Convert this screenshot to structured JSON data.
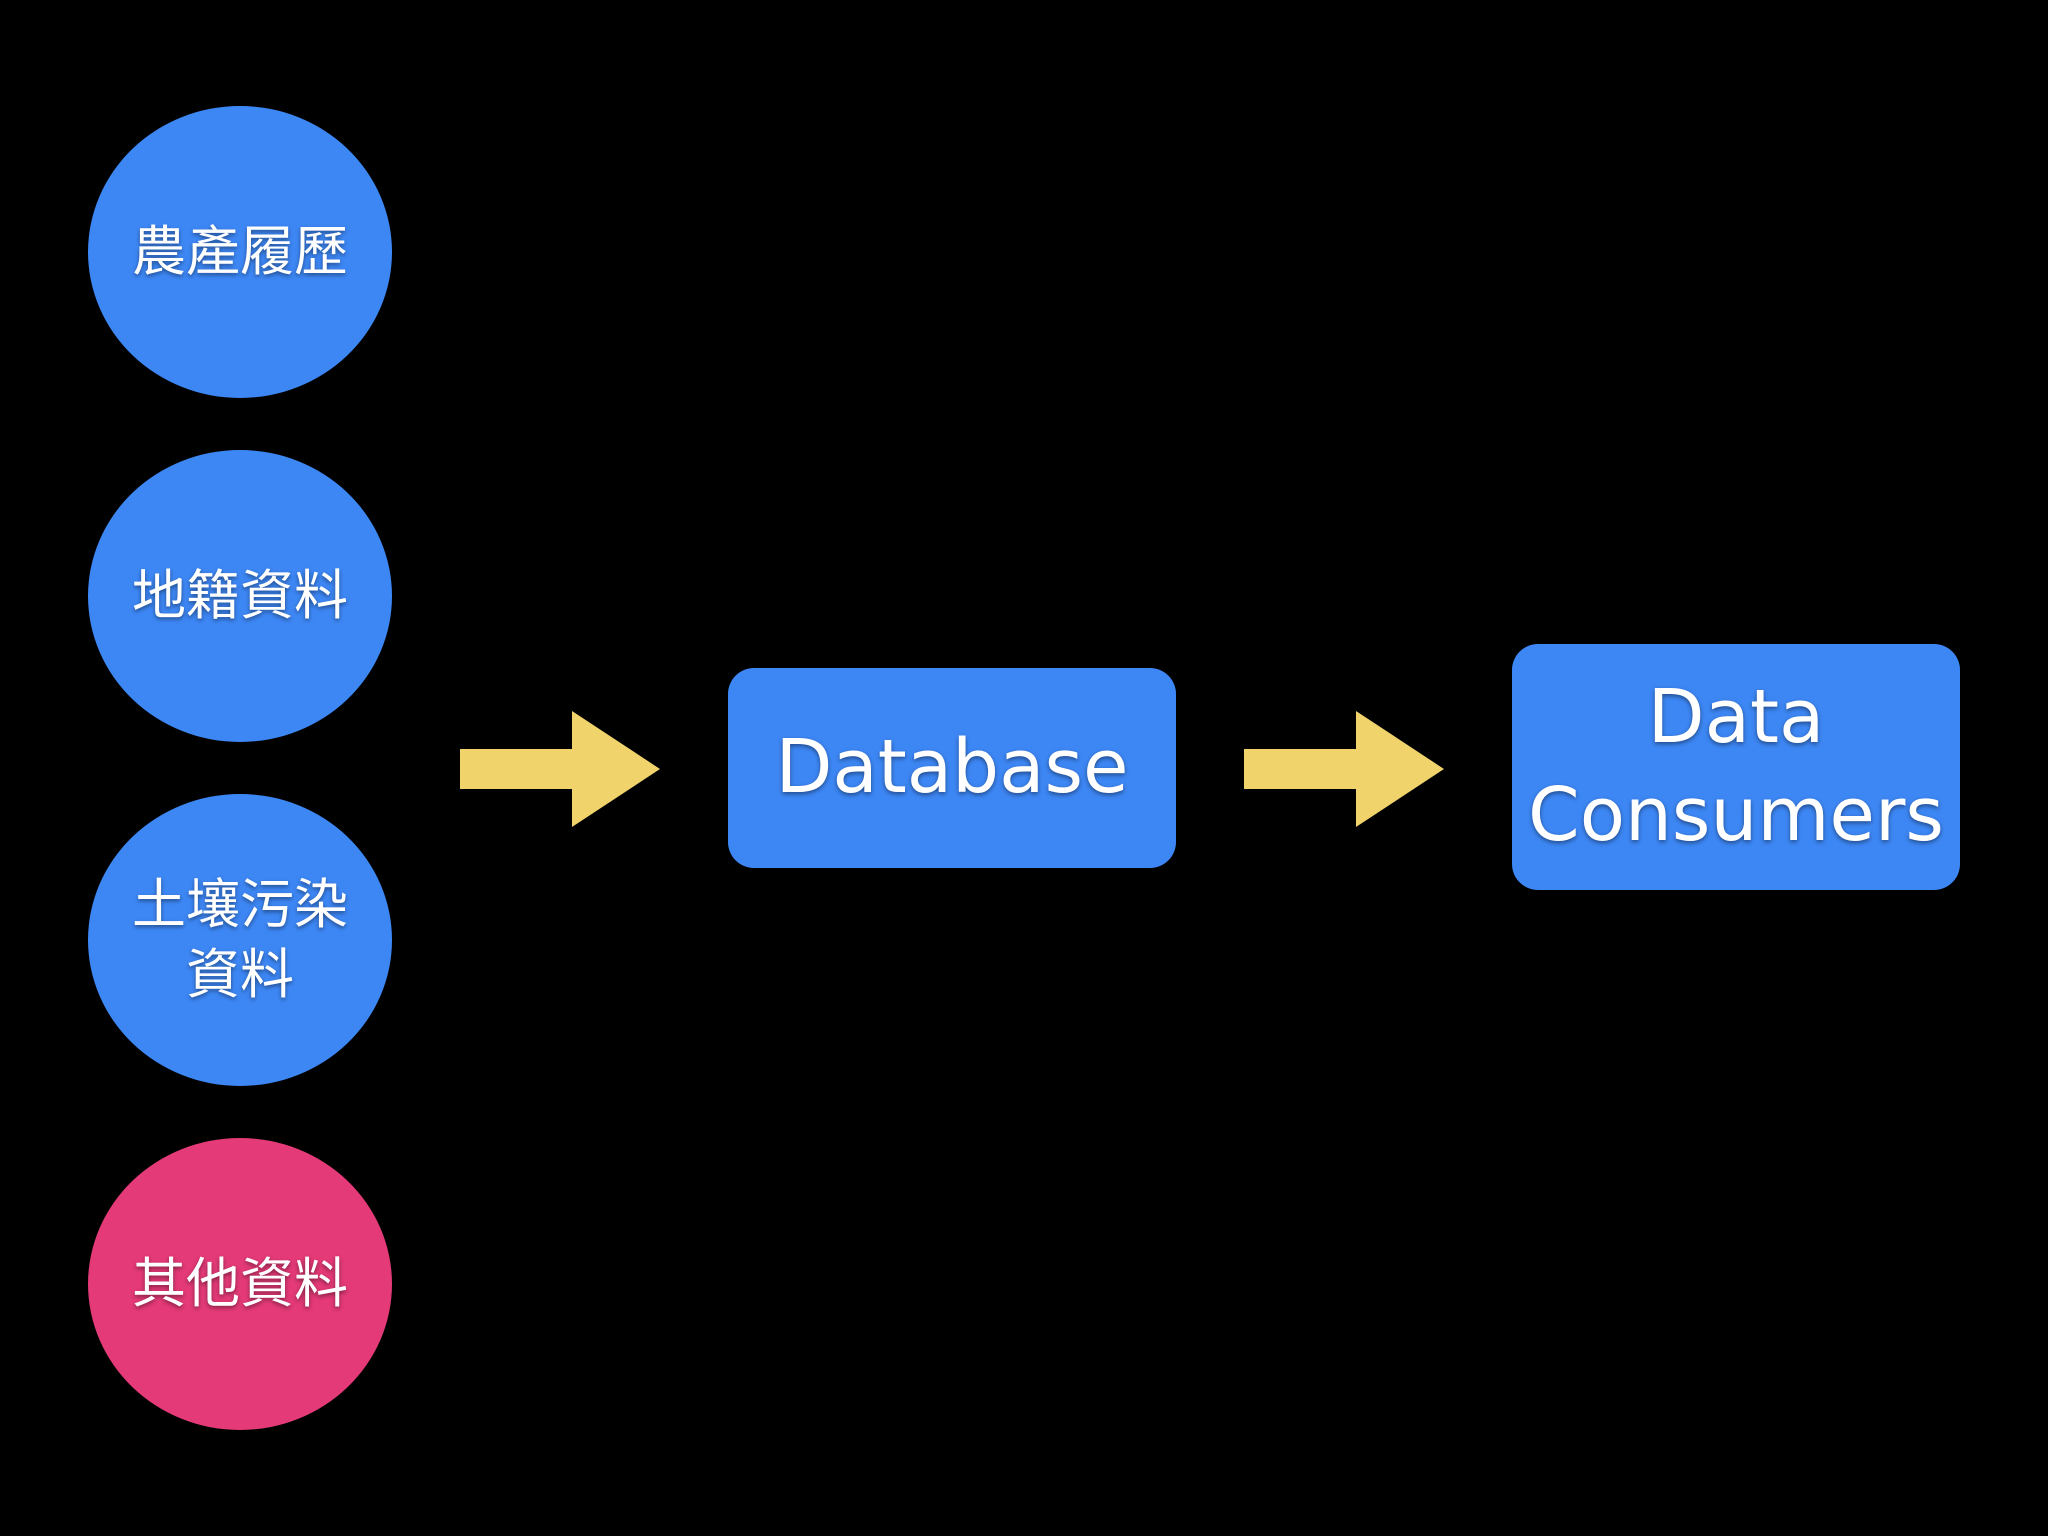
{
  "colors": {
    "background": "#000000",
    "node_blue": "#3d87f5",
    "node_pink": "#e43a77",
    "arrow_yellow": "#f1d36b",
    "text": "#ffffff"
  },
  "sources": [
    {
      "label": "農產履歷",
      "color": "#3d87f5"
    },
    {
      "label": "地籍資料",
      "color": "#3d87f5"
    },
    {
      "label": "土壤污染資料",
      "color": "#3d87f5"
    },
    {
      "label": "其他資料",
      "color": "#e43a77"
    }
  ],
  "database": {
    "label": "Database",
    "color": "#3d87f5"
  },
  "consumers": {
    "line1": "Data",
    "line2": "Consumers",
    "color": "#3d87f5"
  }
}
